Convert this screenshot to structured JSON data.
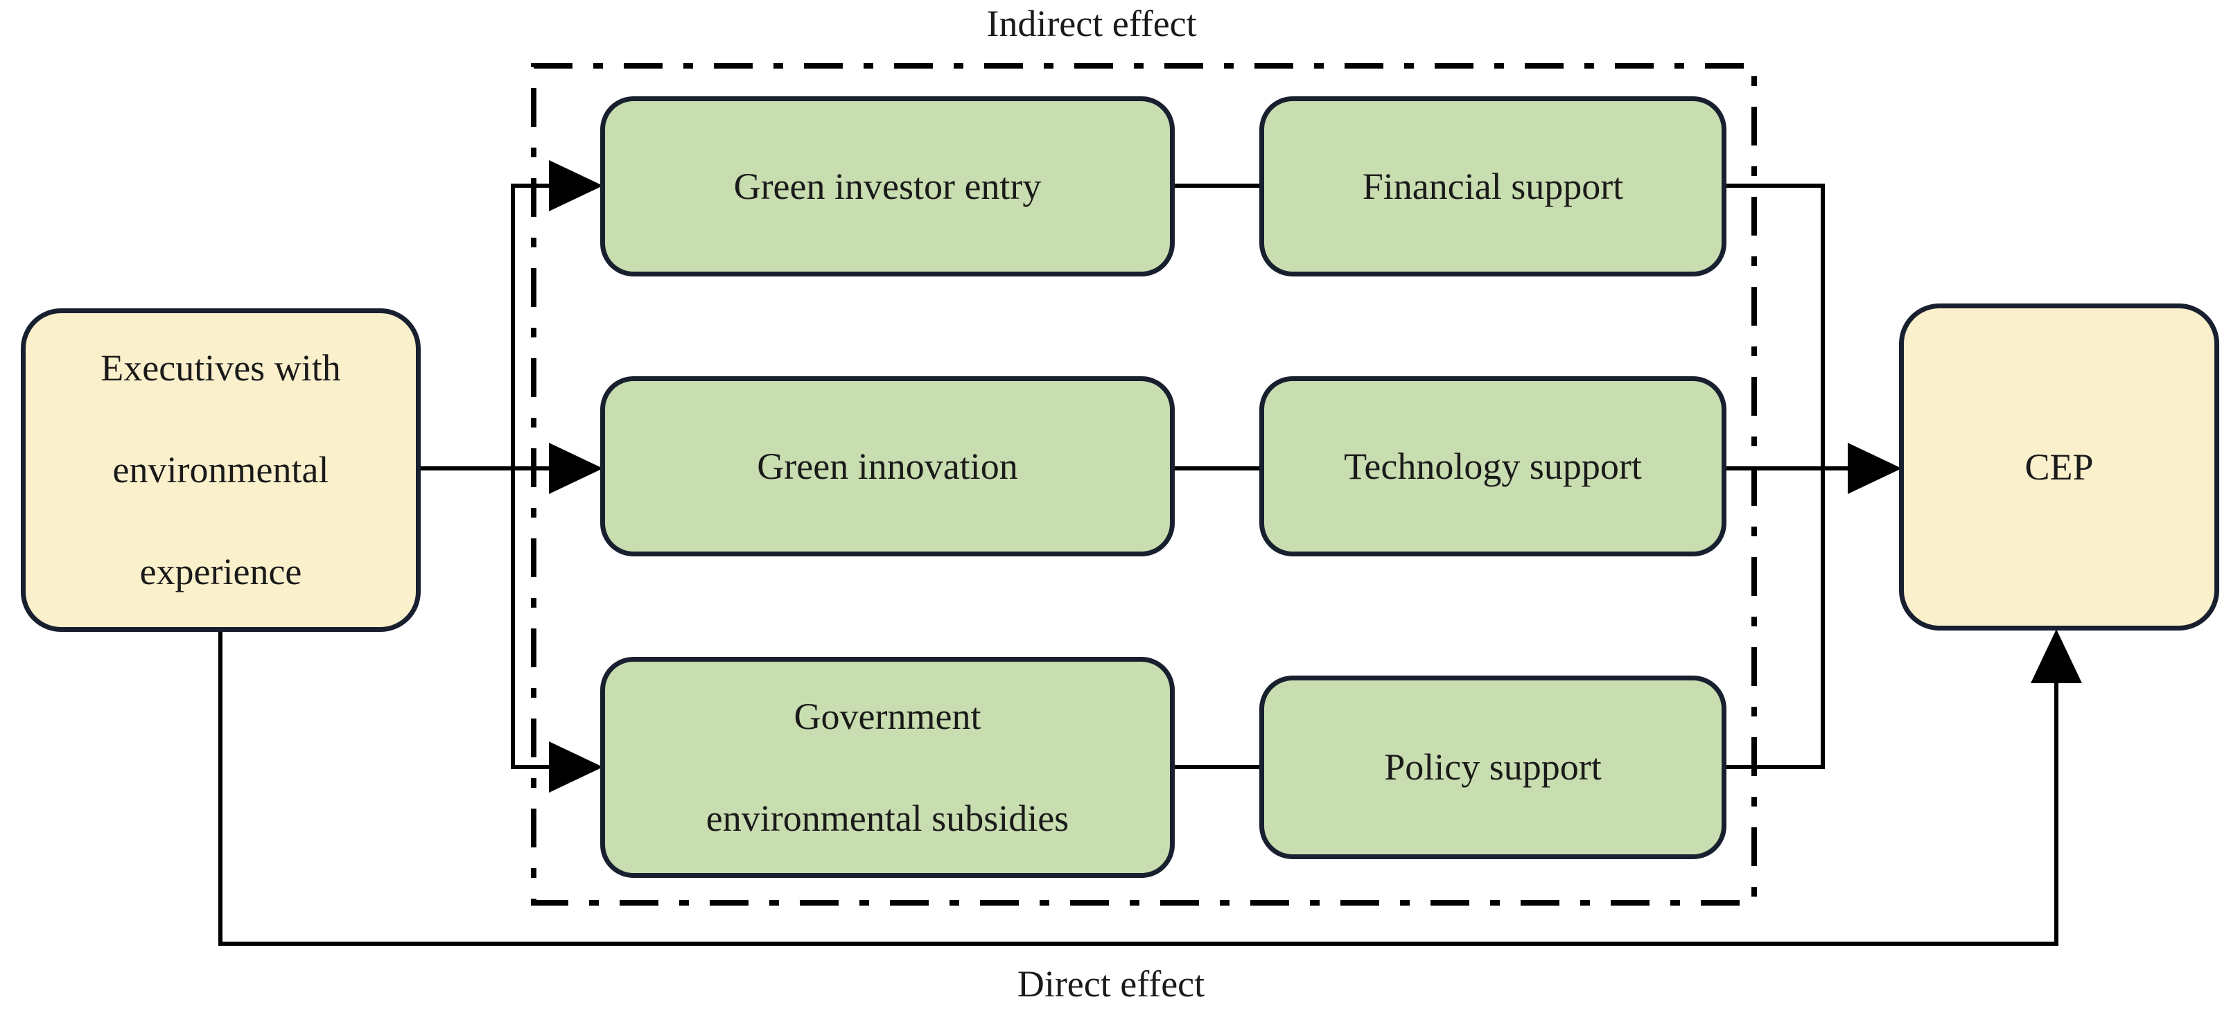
{
  "diagram": {
    "top_caption": "Indirect effect",
    "bottom_caption": "Direct effect",
    "nodes": {
      "executives": {
        "lines": [
          "Executives with",
          "environmental",
          "experience"
        ]
      },
      "green_investor": {
        "lines": [
          "Green investor entry"
        ]
      },
      "green_innovation": {
        "lines": [
          "Green innovation"
        ]
      },
      "gov_subsidies": {
        "lines": [
          "Government",
          "environmental subsidies"
        ]
      },
      "financial": {
        "lines": [
          "Financial support"
        ]
      },
      "technology": {
        "lines": [
          "Technology support"
        ]
      },
      "policy": {
        "lines": [
          "Policy support"
        ]
      },
      "cep": {
        "lines": [
          "CEP"
        ]
      }
    },
    "colors": {
      "mediator_fill": "#c8ddb0",
      "endpoint_fill": "#fbf0cc",
      "node_border": "#18202f",
      "connector": "#000000",
      "text": "#1a1a1a"
    }
  }
}
